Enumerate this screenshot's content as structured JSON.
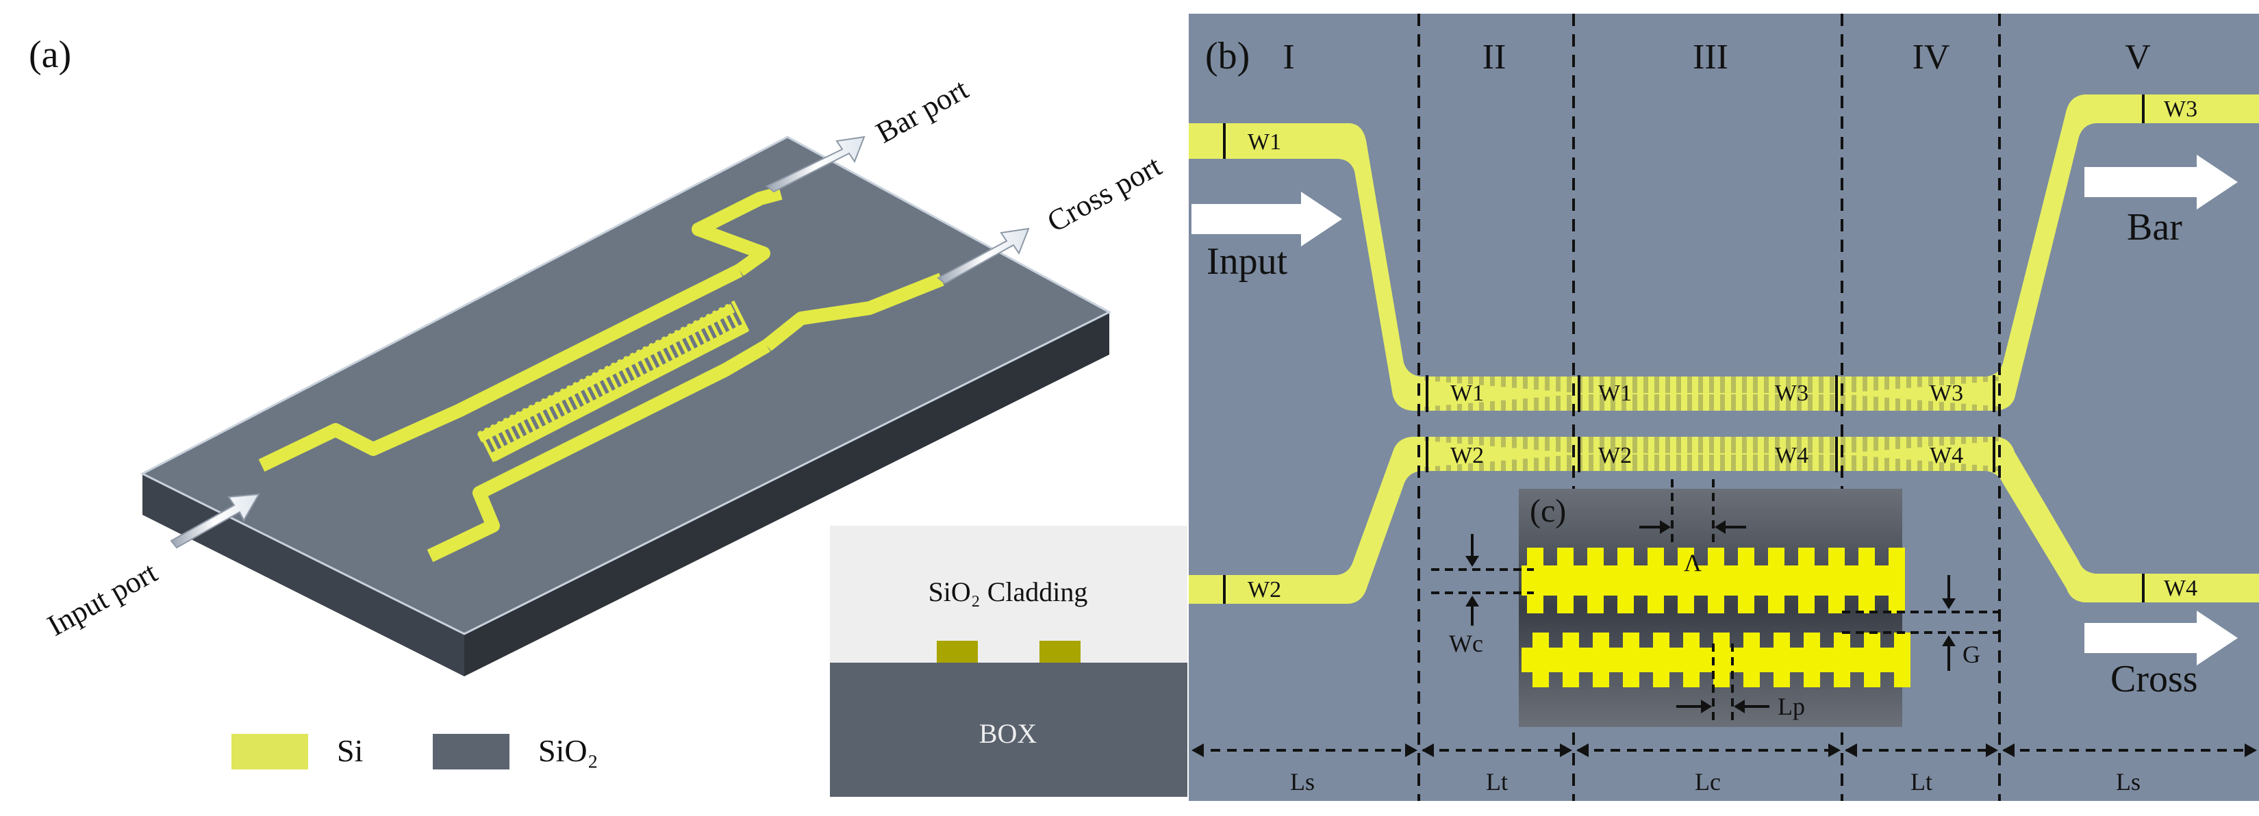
{
  "panel_a": {
    "label": "(a)",
    "bar_port": "Bar port",
    "cross_port": "Cross port",
    "input_port": "Input port",
    "cladding": "SiO₂ Cladding",
    "box": "BOX",
    "legend": [
      {
        "label": "Si",
        "color": "#e0e65a"
      },
      {
        "label": "SiO₂",
        "color": "#5c6470"
      }
    ]
  },
  "panel_b": {
    "label": "(b)",
    "sections": [
      "I",
      "II",
      "III",
      "IV",
      "V"
    ],
    "input": "Input",
    "bar": "Bar",
    "cross": "Cross",
    "widths": {
      "w1": "W1",
      "w2": "W2",
      "w3": "W3",
      "w4": "W4"
    },
    "lengths": [
      "Ls",
      "Lt",
      "Lc",
      "Lt",
      "Ls"
    ]
  },
  "panel_c": {
    "label": "(c)",
    "period": "Λ",
    "wc": "Wc",
    "gap": "G",
    "lp": "Lp"
  },
  "colors": {
    "silicon": "#e7ee62",
    "silicon_bright": "#f3f200",
    "oxide_panel": "#7c8ba0",
    "substrate_top": "#6d7784",
    "substrate_side": "#3f4650",
    "inset_bg": "#5f646c"
  }
}
